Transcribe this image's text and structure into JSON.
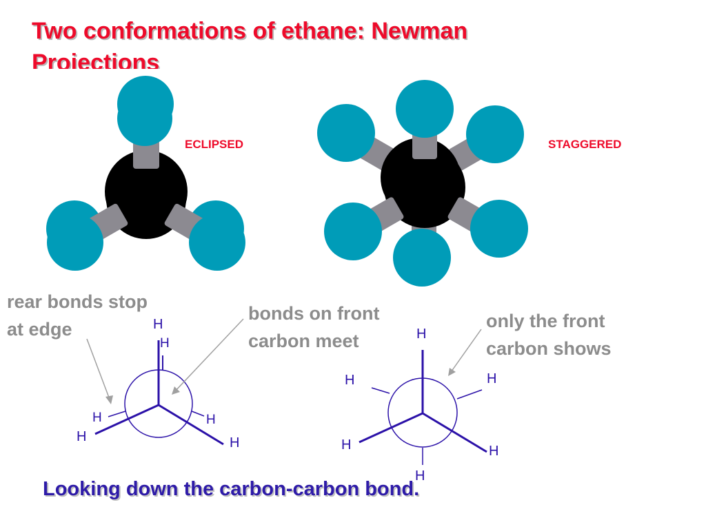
{
  "title": "Two conformations of ethane:  Newman Projections",
  "labels": {
    "eclipsed": "ECLIPSED",
    "staggered": "STAGGERED"
  },
  "annotations": {
    "rear_bonds": "rear bonds stop at edge",
    "front_bonds": "bonds on front carbon meet",
    "front_carbon": "only the front carbon shows"
  },
  "atom_label": "H",
  "caption": "Looking down the carbon-carbon bond.",
  "colors": {
    "title": "#ee0a2a",
    "label": "#ee0a2a",
    "hydrogen": "#009cb8",
    "carbon": "#000000",
    "bond": "#8c8a91",
    "projection": "#2b11a8",
    "annotation": "#8c8c8c",
    "caption": "#2e1ba8"
  }
}
